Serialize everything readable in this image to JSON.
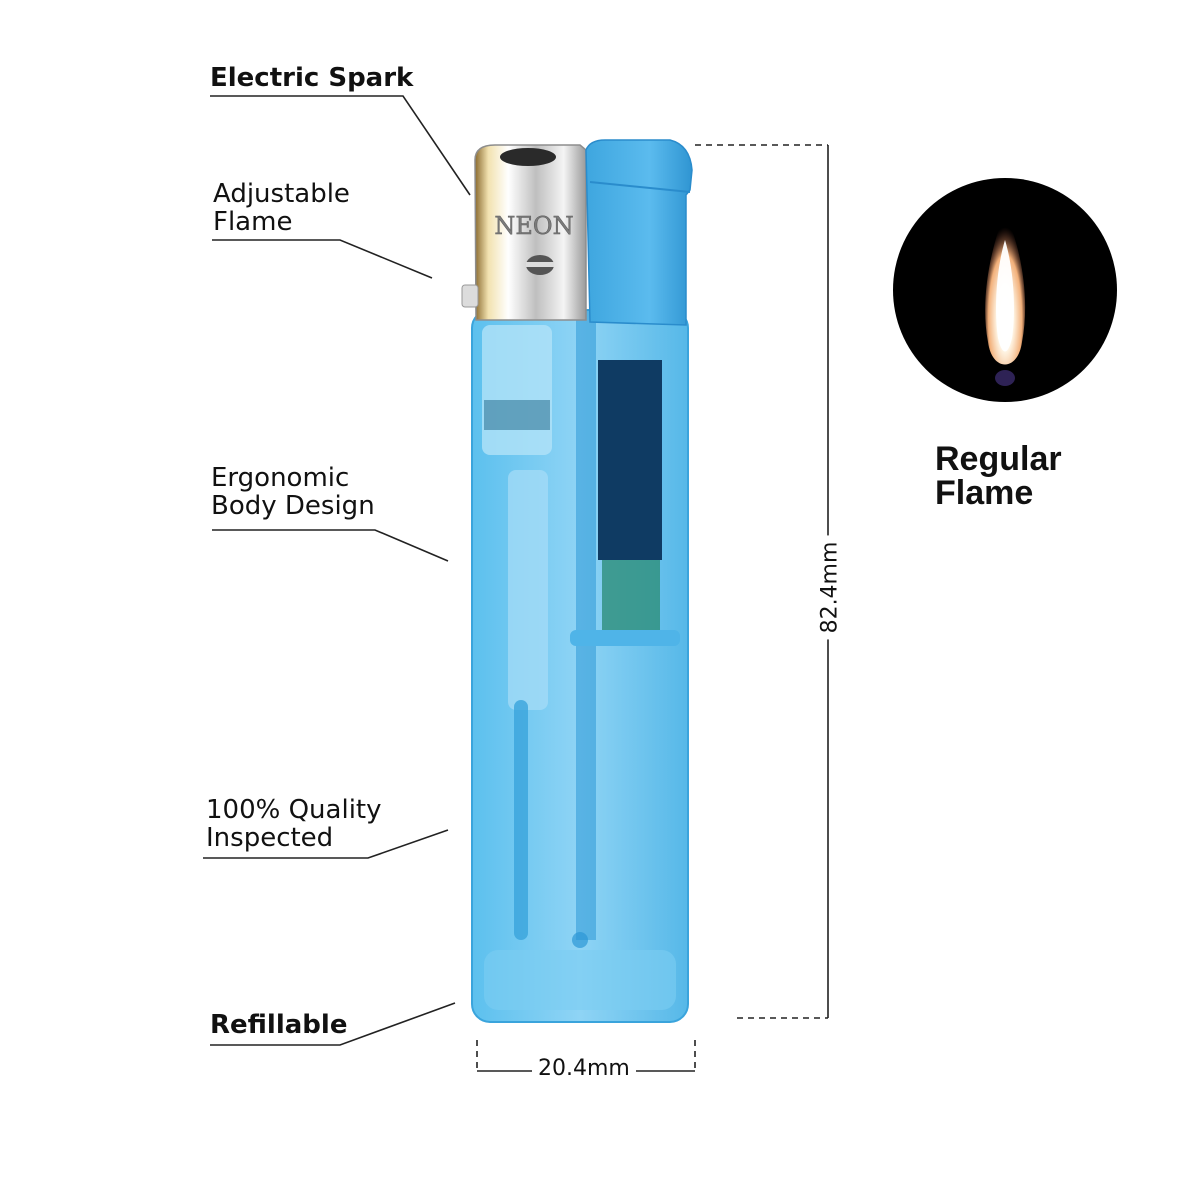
{
  "features": [
    {
      "key": "electric_spark",
      "text": "Electric Spark"
    },
    {
      "key": "adjustable_flame",
      "text": "Adjustable\nFlame"
    },
    {
      "key": "ergonomic",
      "text": "Ergonomic\nBody Design"
    },
    {
      "key": "quality",
      "text": "100% Quality\nInspected"
    },
    {
      "key": "refillable",
      "text": "Refillable"
    }
  ],
  "dimensions": {
    "height": "82.4mm",
    "width": "20.4mm"
  },
  "flame": {
    "title": "Regular\nFlame"
  },
  "brand": {
    "logo_text": "NEON"
  },
  "colors": {
    "body": "#4fb4e8",
    "body_dark": "#1d8fcf",
    "chrome": "#c9c9c9",
    "flame_bg": "#000000"
  }
}
